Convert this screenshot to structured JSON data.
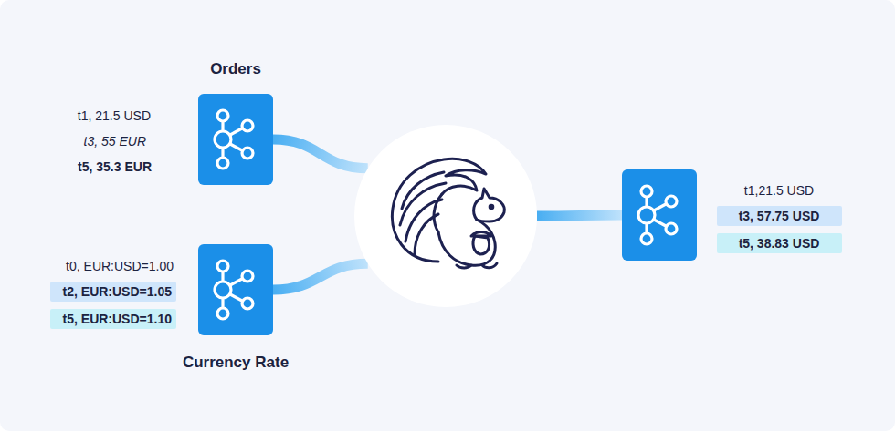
{
  "diagram": {
    "nodes": [
      {
        "text": [
          "Orders"
        ]
      },
      {
        "text": [
          "Currency Rate"
        ]
      },
      {
        "text": []
      },
      {
        "text": []
      }
    ],
    "edges": [
      {
        "from": 0,
        "to": 2,
        "arrow": "none"
      },
      {
        "from": 1,
        "to": 2,
        "arrow": "none"
      },
      {
        "from": 2,
        "to": 3,
        "arrow": "none"
      }
    ],
    "labels": [
      "t1, 21.5 USD",
      "t3, 55 EUR",
      "t5, 35.3 EUR",
      "t0, EUR:USD=1.00",
      "t2, EUR:USD=1.05",
      "t5, EUR:USD=1.10",
      "t1,21.5 USD",
      "t3, 57.75 USD",
      "t5, 38.83 USD"
    ]
  }
}
